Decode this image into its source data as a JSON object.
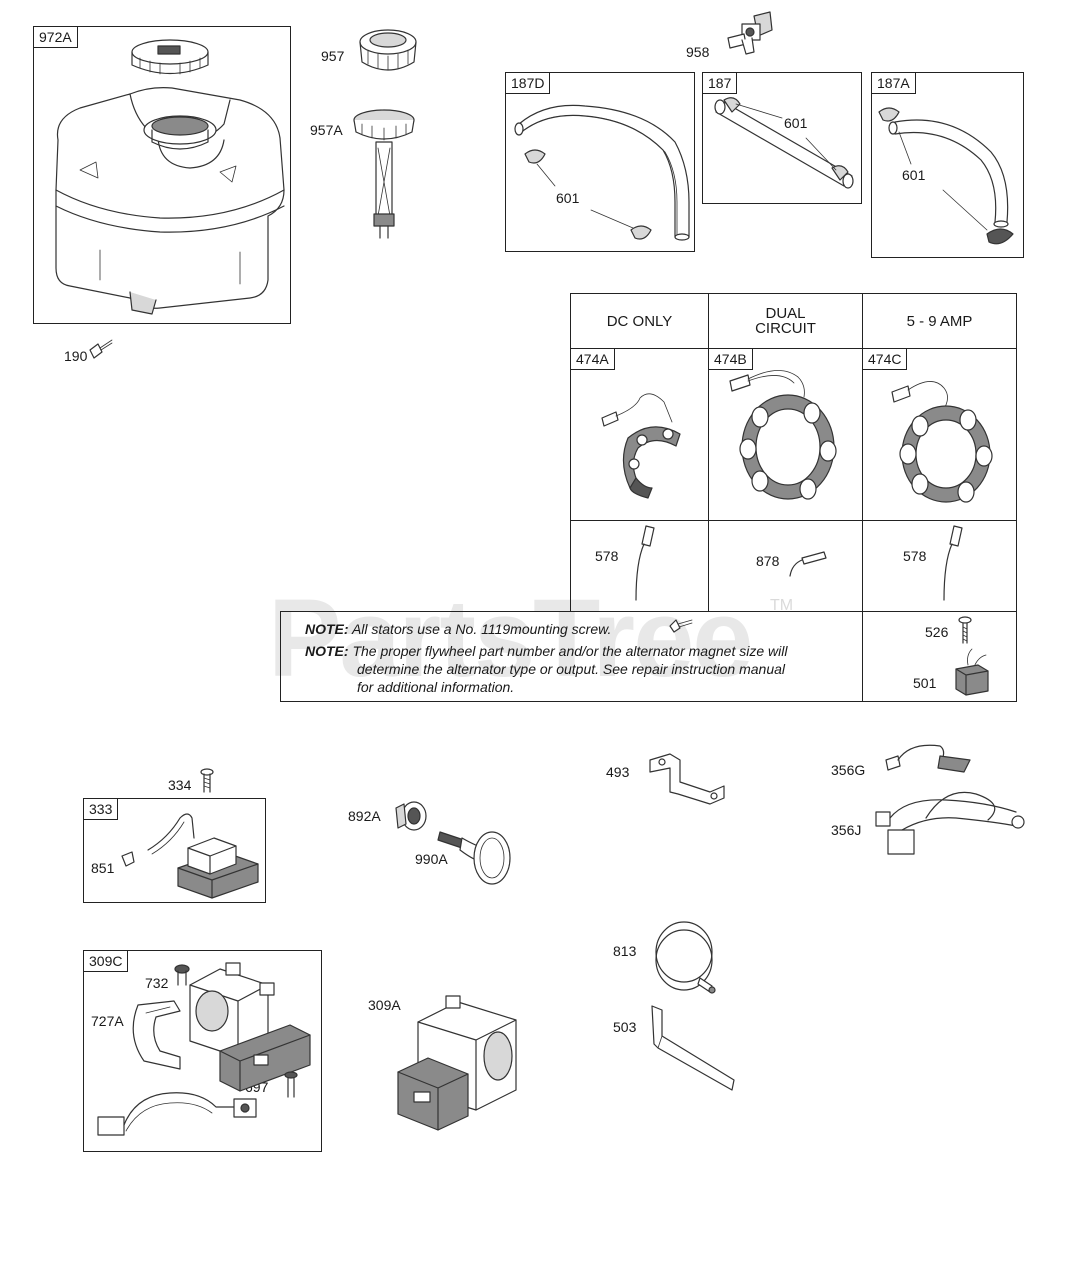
{
  "watermark": {
    "text": "PartsTree",
    "tm": "TM"
  },
  "parts": {
    "p972A": "972A",
    "p957": "957",
    "p957A": "957A",
    "p958": "958",
    "p187D": "187D",
    "p187": "187",
    "p187A": "187A",
    "p601": "601",
    "p190": "190",
    "p474A": "474A",
    "p474B": "474B",
    "p474C": "474C",
    "p578": "578",
    "p878": "878",
    "p526": "526",
    "p501": "501",
    "p334": "334",
    "p333": "333",
    "p851": "851",
    "p892A": "892A",
    "p990A": "990A",
    "p493": "493",
    "p356G": "356G",
    "p356J": "356J",
    "p813": "813",
    "p503": "503",
    "p309C": "309C",
    "p732": "732",
    "p727A": "727A",
    "p697": "697",
    "p309A": "309A"
  },
  "table": {
    "col1": "DC ONLY",
    "col2_line1": "DUAL",
    "col2_line2": "CIRCUIT",
    "col3": "5 - 9 AMP"
  },
  "notes": {
    "label": "NOTE:",
    "note1": "All stators use a No. 1119mounting screw.",
    "note2_line1": "The proper flywheel part number and/or the alternator magnet size will",
    "note2_line2": "determine the alternator type or output. See repair instruction manual",
    "note2_line3": "for additional information."
  }
}
